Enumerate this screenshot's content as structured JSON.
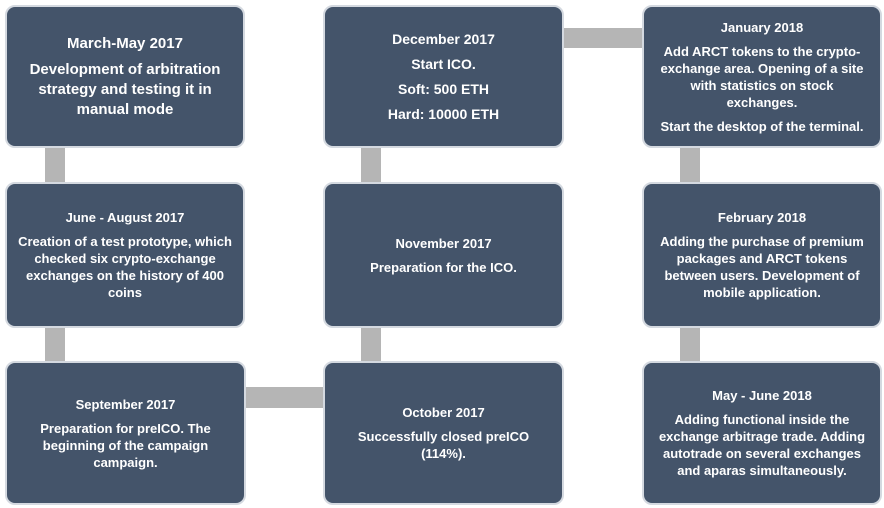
{
  "milestones": {
    "m1": {
      "title": "March-May 2017",
      "text": "Development of arbitration strategy and testing it in manual mode"
    },
    "m2": {
      "title": "June - August 2017",
      "text": "Creation of a test prototype, which checked six crypto-exchange exchanges on the history of 400 coins"
    },
    "m3": {
      "title": "September 2017",
      "text": "Preparation for preICO. The beginning of the campaign campaign."
    },
    "m4": {
      "title": "October 2017",
      "text": "Successfully closed preICO (114%)."
    },
    "m5": {
      "title": "November 2017",
      "text": "Preparation for the ICO."
    },
    "m6": {
      "title": "December 2017",
      "line1": "Start ICO.",
      "line2": "Soft: 500 ETH",
      "line3": "Hard: 10000 ETH"
    },
    "m7": {
      "title": "January 2018",
      "text": "Add ARCT tokens to the crypto-exchange area. Opening of a site with statistics on stock exchanges.",
      "text2": "Start the desktop of the terminal."
    },
    "m8": {
      "title": "February 2018",
      "text": "Adding the purchase of premium packages and ARCT tokens between users. Development of mobile application."
    },
    "m9": {
      "title": "May - June 2018",
      "text": "Adding functional inside the exchange arbitrage trade. Adding autotrade on several exchanges and aparas simultaneously."
    }
  },
  "colors": {
    "box_fill": "#44546a",
    "box_border": "#d4d9e0",
    "connector": "#b5b5b5",
    "text": "#ffffff"
  }
}
